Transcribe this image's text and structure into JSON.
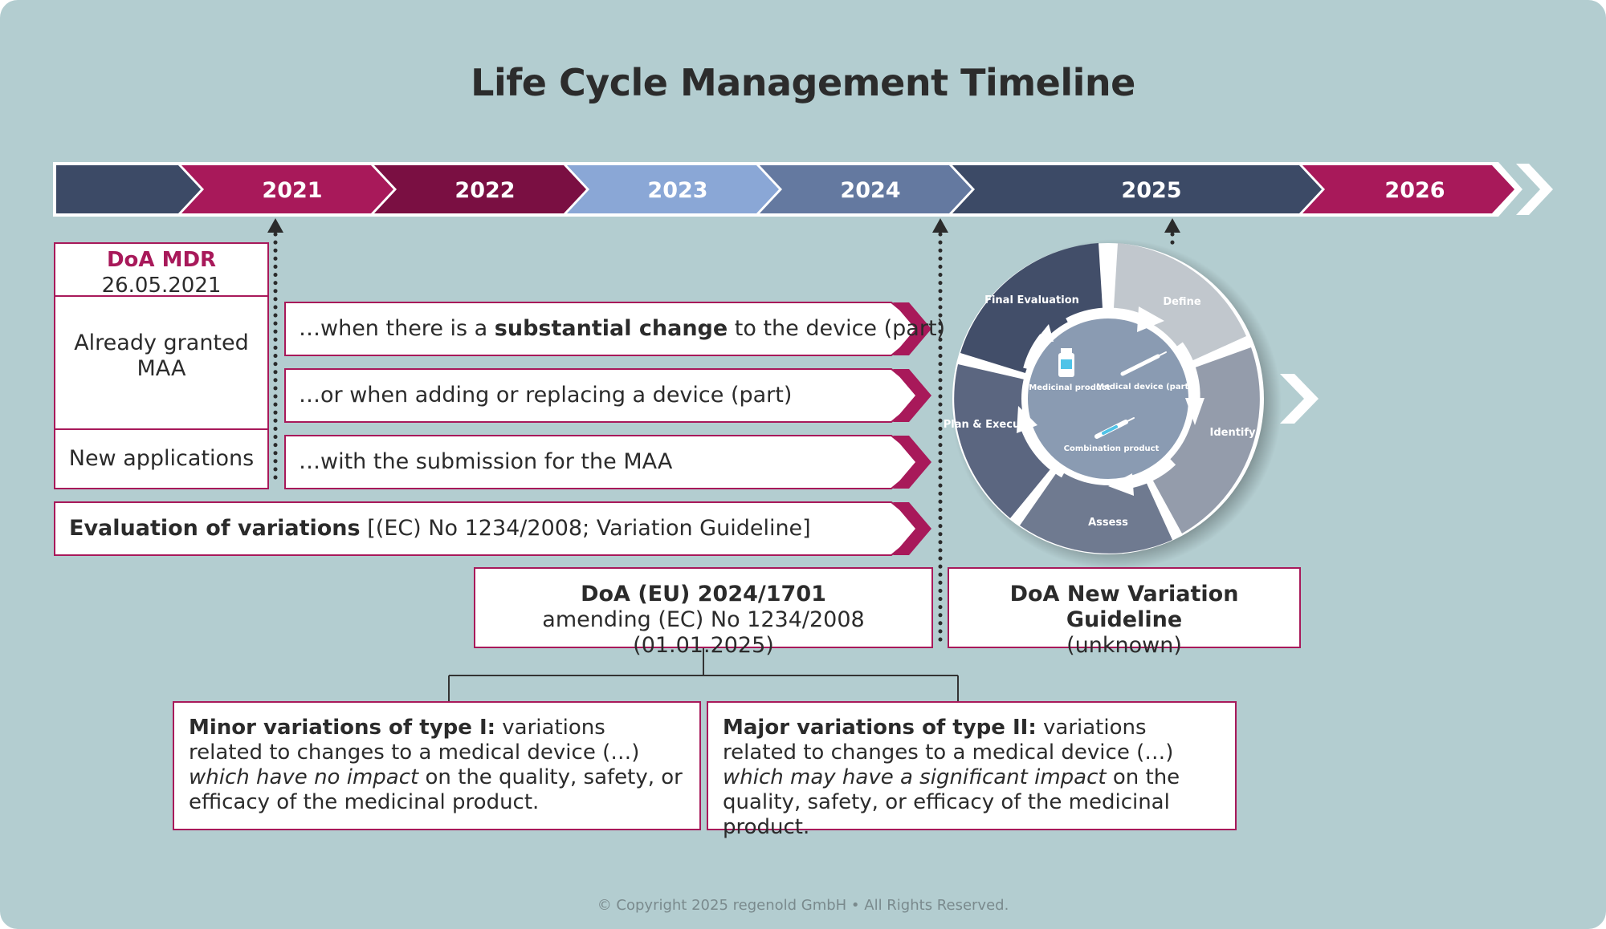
{
  "title": "Life Cycle Management Timeline",
  "colors": {
    "background": "#b3cdd0",
    "navy": "#3c4a66",
    "magenta": "#a8195a",
    "dark_magenta": "#7a0f42",
    "light_blue": "#8aa7d6",
    "slate_blue": "#6479a0"
  },
  "timeline": {
    "years": [
      "2021",
      "2022",
      "2023",
      "2024",
      "2025",
      "2026"
    ]
  },
  "doa_mdr": {
    "title": "DoA MDR",
    "date": "26.05.2021"
  },
  "rows": {
    "already_granted": "Already granted MAA",
    "new_applications": "New applications"
  },
  "arrows": {
    "substantial_pre": "…when there is a ",
    "substantial_bold": "substantial change",
    "substantial_post": " to the device (part)",
    "adding": "…or when adding or replacing a device (part)",
    "submission": "…with the submission for the MAA",
    "eval_bold": "Evaluation of variations",
    "eval_rest": " [(EC) No 1234/2008; Variation Guideline]"
  },
  "doa_eu": {
    "title": "DoA (EU) 2024/1701",
    "subtitle": "amending (EC) No 1234/2008 (01.01.2025)"
  },
  "doa_new": {
    "title": "DoA New Variation Guideline",
    "subtitle": "(unknown)"
  },
  "minor": {
    "bold": "Minor variations of type I:",
    "text1": " variations related to changes to a medical device (…) ",
    "italic": "which have no impact",
    "text2": " on the quality, safety, or efficacy of the medicinal product."
  },
  "major": {
    "bold": "Major variations of type II:",
    "text1": " variations related to changes to a medical device (…) ",
    "italic": "which may have a significant impact",
    "text2": " on the quality, safety, or efficacy of the medicinal product."
  },
  "cycle": {
    "segments": [
      "Define",
      "Identify",
      "Assess",
      "Plan & Execute",
      "Final Evaluation"
    ],
    "center": [
      "Medicinal product",
      "Medical device (part)",
      "Combination product"
    ]
  },
  "copyright": "© Copyright 2025 regenold GmbH • All Rights Reserved."
}
